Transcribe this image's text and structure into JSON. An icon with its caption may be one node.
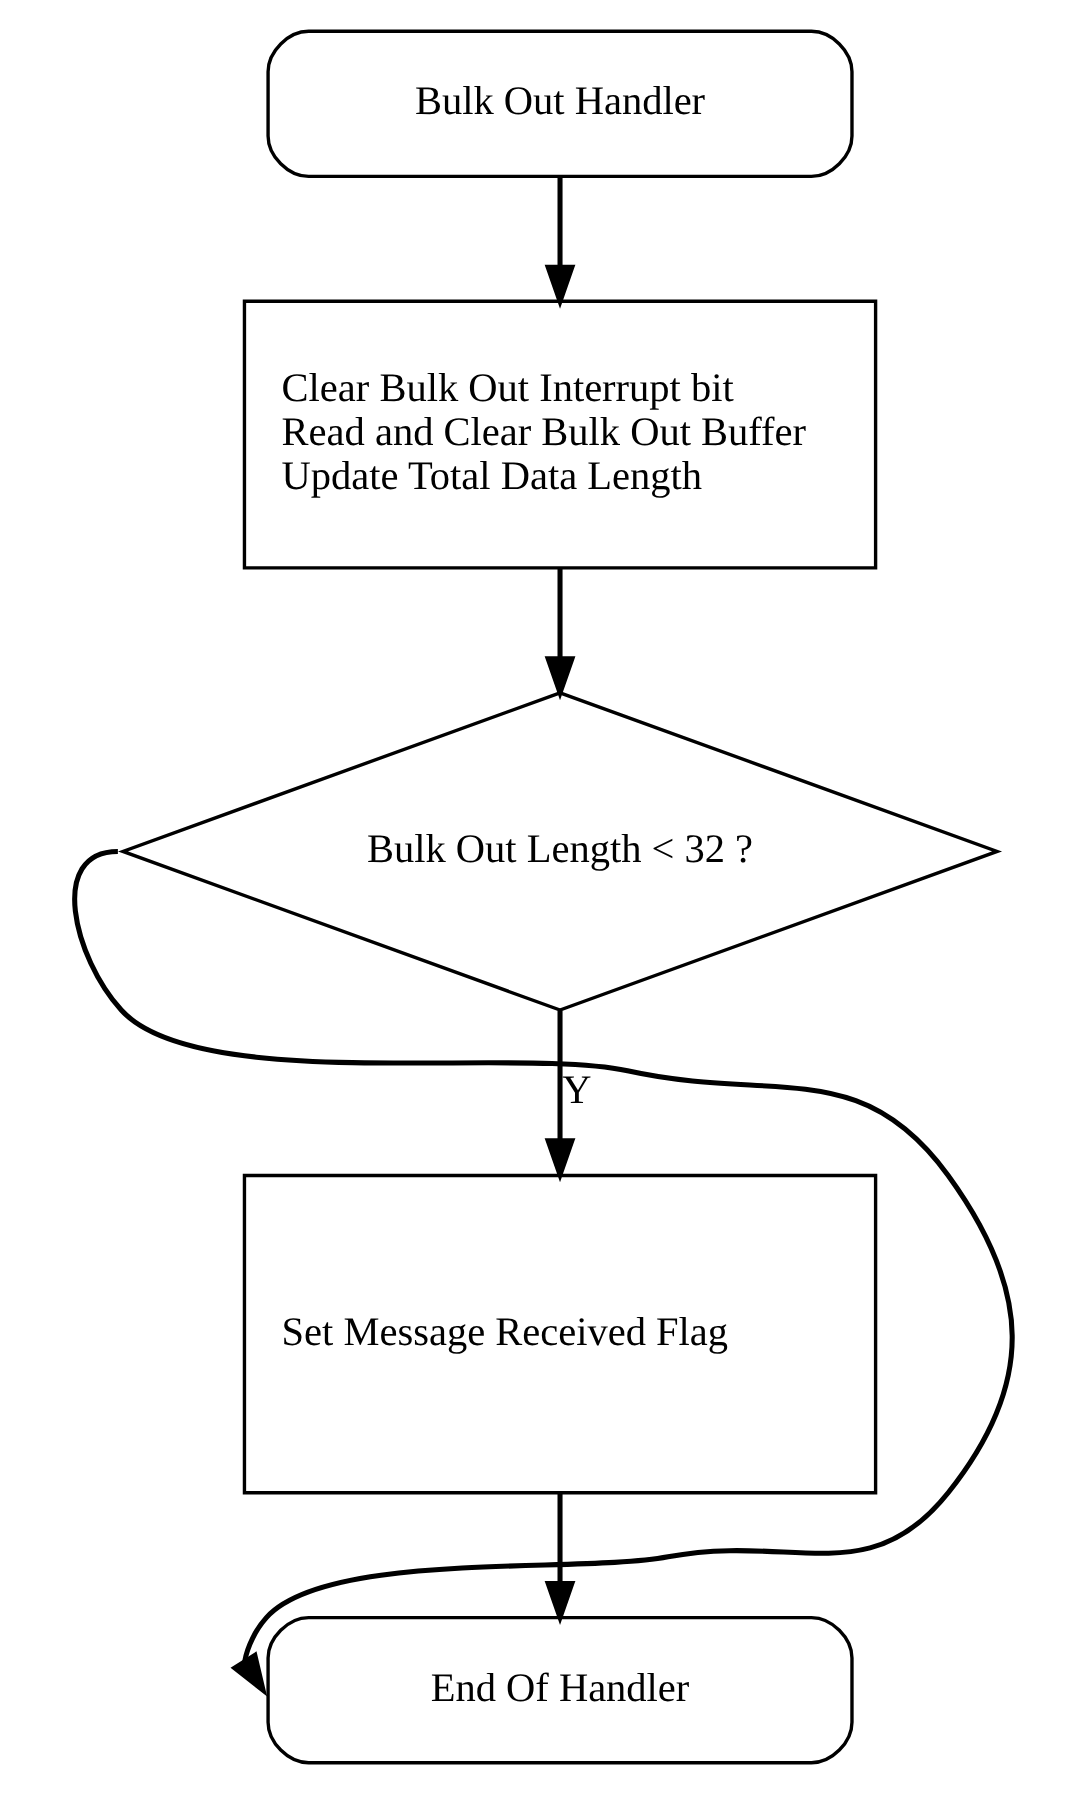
{
  "diagram": {
    "nodes": [
      {
        "text": [
          "Bulk Out Handler"
        ]
      },
      {
        "text": [
          "Clear Bulk Out Interrupt bit",
          "Read and Clear Bulk Out Buffer",
          "Update Total Data Length"
        ]
      },
      {
        "text": [
          "Bulk Out Length < 32 ?"
        ]
      },
      {
        "text": [
          "Set Message Received Flag"
        ]
      },
      {
        "text": [
          "End Of Handler"
        ]
      }
    ],
    "edges": [
      {
        "from": 0,
        "to": 1,
        "arrow": "to"
      },
      {
        "from": 1,
        "to": 2,
        "arrow": "to"
      },
      {
        "from": 2,
        "to": 3,
        "arrow": "to",
        "label": "Y"
      },
      {
        "from": 3,
        "to": 4,
        "arrow": "to"
      },
      {
        "from": 2,
        "to": 4,
        "arrow": "to"
      }
    ]
  }
}
